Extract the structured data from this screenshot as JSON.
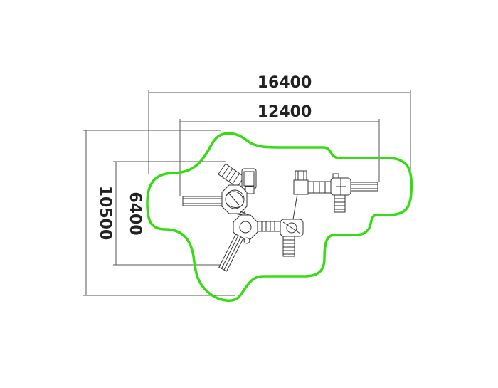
{
  "dimensions": {
    "overall_width": "16400",
    "structure_width": "12400",
    "overall_depth": "10500",
    "structure_depth": "6400"
  },
  "colors": {
    "safety_zone": "#33dd11",
    "lines": "#333333",
    "dim_lines": "#555555",
    "background": "#ffffff"
  }
}
